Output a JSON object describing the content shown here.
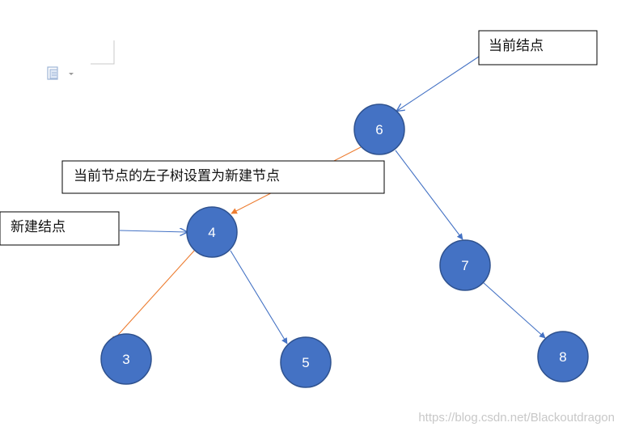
{
  "colors": {
    "node_fill": "#4472c4",
    "node_stroke": "#2f528f",
    "edge_blue": "#4472c4",
    "edge_orange": "#ed7d31",
    "box_stroke": "#000000"
  },
  "nodes": [
    {
      "id": "n6",
      "label": "6"
    },
    {
      "id": "n4",
      "label": "4"
    },
    {
      "id": "n7",
      "label": "7"
    },
    {
      "id": "n3",
      "label": "3"
    },
    {
      "id": "n5",
      "label": "5"
    },
    {
      "id": "n8",
      "label": "8"
    }
  ],
  "callouts": {
    "current_node": "当前结点",
    "set_left_subtree": "当前节点的左子树设置为新建节点",
    "new_node": "新建结点"
  },
  "watermark": "https://blog.csdn.net/Blackoutdragon",
  "paste_icon": "paste-options-icon"
}
